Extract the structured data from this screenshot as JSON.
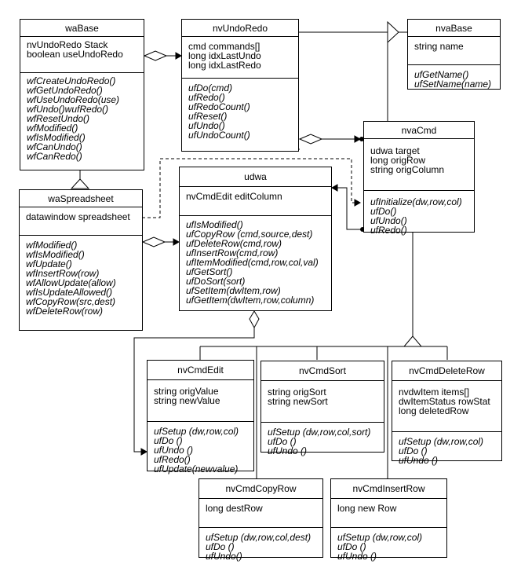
{
  "classes": {
    "waBase": {
      "name": "waBase",
      "attributes": [
        "nvUndoRedo Stack",
        "boolean useUndoRedo"
      ],
      "operations": [
        "wfCreateUndoRedo()",
        "wfGetUndoRedo()",
        "wfUseUndoRedo(use)",
        "wfUndo()wufRedo()",
        "wfResetUndo()",
        "wfModified()",
        "wfIsModified()",
        "wfCanUndo()",
        "wfCanRedo()"
      ]
    },
    "nvUndoRedo": {
      "name": "nvUndoRedo",
      "attributes": [
        "cmd commands[]",
        "long idxLastUndo",
        "long idxLastRedo"
      ],
      "operations": [
        "ufDo(cmd)",
        "ufRedo()",
        "ufRedoCount()",
        "ufReset()",
        "ufUndo()",
        "ufUndoCount()"
      ]
    },
    "nvaBase": {
      "name": "nvaBase",
      "attributes": [
        "string name"
      ],
      "operations": [
        "ufGetName()",
        "ufSetName(name)"
      ]
    },
    "nvaCmd": {
      "name": "nvaCmd",
      "attributes": [
        "udwa target",
        "long origRow",
        "string origColumn"
      ],
      "operations": [
        "ufInitialize(dw,row,col)",
        "ufDo()",
        "ufUndo()",
        "ufRedo()"
      ]
    },
    "waSpreadsheet": {
      "name": "waSpreadsheet",
      "attributes": [
        "datawindow spreadsheet"
      ],
      "operations": [
        "wfModified()",
        "wfIsModified()",
        "wfUpdate()",
        "wfInsertRow(row)",
        "wfAllowUpdate(allow)",
        "wfIsUpdateAllowed()",
        "wfCopyRow(src,dest)",
        "wfDeleteRow(row)"
      ]
    },
    "udwa": {
      "name": "udwa",
      "attributes": [
        "nvCmdEdit editColumn"
      ],
      "operations": [
        "ufIsModified()",
        "ufCopyRow (cmd,source,dest)",
        "ufDeleteRow(cmd,row)",
        "ufInsertRow(cmd,row)",
        "ufItemModified(cmd,row,col,val)",
        "ufGetSort()",
        "ufDoSort(sort)",
        "ufSetItem(dwItem,row)",
        "ufGetItem(dwItem,row,column)"
      ]
    },
    "nvCmdEdit": {
      "name": "nvCmdEdit",
      "attributes": [
        "string origValue",
        "string newValue"
      ],
      "operations": [
        "ufSetup (dw,row,col)",
        "ufDo ()",
        "ufUndo ()",
        "ufRedo()",
        "ufUpdate(newvalue)"
      ]
    },
    "nvCmdSort": {
      "name": "nvCmdSort",
      "attributes": [
        "string origSort",
        "string newSort"
      ],
      "operations": [
        "ufSetup (dw,row,col,sort)",
        "ufDo ()",
        "ufUndo ()"
      ]
    },
    "nvCmdDeleteRow": {
      "name": "nvCmdDeleteRow",
      "attributes": [
        "nvdwItem items[]",
        "dwItemStatus rowStat",
        "long deletedRow"
      ],
      "operations": [
        "ufSetup (dw,row,col)",
        "ufDo ()",
        "ufUndo ()"
      ]
    },
    "nvCmdCopyRow": {
      "name": "nvCmdCopyRow",
      "attributes": [
        "long destRow"
      ],
      "operations": [
        "ufSetup (dw,row,col,dest)",
        "ufDo ()",
        "ufUndo()"
      ]
    },
    "nvCmdInsertRow": {
      "name": "nvCmdInsertRow",
      "attributes": [
        "long new Row"
      ],
      "operations": [
        "ufSetup (dw,row,col)",
        "ufDo ()",
        "ufUndo ()"
      ]
    }
  },
  "relationships": [
    {
      "type": "aggregation",
      "from": "waBase",
      "to": "nvUndoRedo"
    },
    {
      "type": "generalization",
      "from": "nvUndoRedo",
      "to": "nvaBase"
    },
    {
      "type": "generalization",
      "from": "nvaCmd",
      "to": "nvaBase"
    },
    {
      "type": "aggregation",
      "from": "nvUndoRedo",
      "to": "nvaCmd"
    },
    {
      "type": "generalization",
      "from": "waSpreadsheet",
      "to": "waBase"
    },
    {
      "type": "aggregation",
      "from": "waSpreadsheet",
      "to": "udwa"
    },
    {
      "type": "dependency",
      "from": "waSpreadsheet",
      "to": "nvaCmd"
    },
    {
      "type": "association",
      "from": "nvaCmd",
      "to": "udwa"
    },
    {
      "type": "aggregation",
      "from": "udwa",
      "to": "nvCmdEdit"
    },
    {
      "type": "generalization",
      "from": "nvCmdEdit",
      "to": "nvaCmd"
    },
    {
      "type": "generalization",
      "from": "nvCmdSort",
      "to": "nvaCmd"
    },
    {
      "type": "generalization",
      "from": "nvCmdDeleteRow",
      "to": "nvaCmd"
    },
    {
      "type": "generalization",
      "from": "nvCmdCopyRow",
      "to": "nvaCmd"
    },
    {
      "type": "generalization",
      "from": "nvCmdInsertRow",
      "to": "nvaCmd"
    }
  ]
}
